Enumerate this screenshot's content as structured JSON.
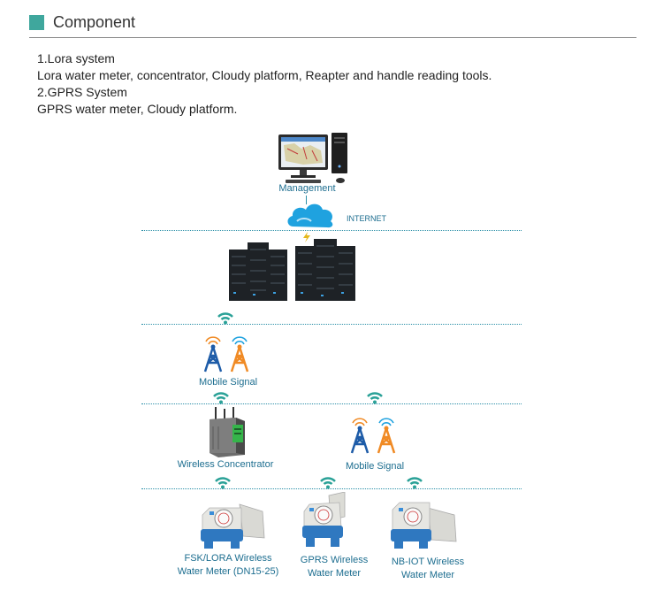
{
  "header": {
    "title": "Component"
  },
  "intro": {
    "line1": "1.Lora system",
    "line2": "Lora water meter, concentrator, Cloudy platform, Reapter and handle reading tools.",
    "line3": "2.GPRS System",
    "line4": "GPRS water meter, Cloudy platform."
  },
  "diagram": {
    "management_label": "Management",
    "internet_label": "INTERNET",
    "mobile_signal_left": "Mobile  Signal",
    "concentrator_label": "Wireless Concentrator",
    "mobile_signal_right": "Mobile  Signal",
    "meter1_label_line1": "FSK/LORA Wireless",
    "meter1_label_line2": "Water Meter (DN15-25)",
    "meter2_label_line1": "GPRS Wireless",
    "meter2_label_line2": "Water Meter",
    "meter3_label_line1": "NB-IOT Wireless",
    "meter3_label_line2": "Water Meter"
  },
  "colors": {
    "accent": "#3fa79d",
    "label": "#1c6d8f",
    "dots": "#2b8fa8",
    "tower_blue": "#1e5ca8",
    "tower_orange": "#f08a24"
  }
}
